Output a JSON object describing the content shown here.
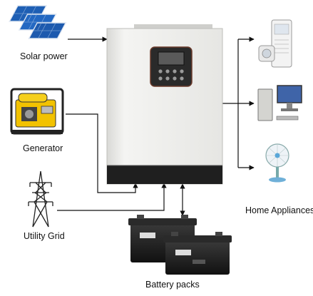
{
  "inputs": {
    "solar": {
      "label": "Solar power",
      "icon": "solar-panel-icon"
    },
    "generator": {
      "label": "Generator",
      "icon": "generator-icon"
    },
    "grid": {
      "label": "Utility Grid",
      "icon": "power-pylon-icon"
    }
  },
  "center": {
    "device": "inverter-icon"
  },
  "outputs": {
    "label": "Home Appliances",
    "items": [
      "air-conditioner-icon",
      "computer-icon",
      "fan-icon"
    ]
  },
  "storage": {
    "label": "Battery packs",
    "icon": "battery-icon"
  },
  "colors": {
    "solar_blue": "#1e5fb4",
    "generator_yellow": "#f2c200",
    "inverter_body": "#eeeeec",
    "inverter_base": "#1f1f1f",
    "line": "#111111"
  }
}
